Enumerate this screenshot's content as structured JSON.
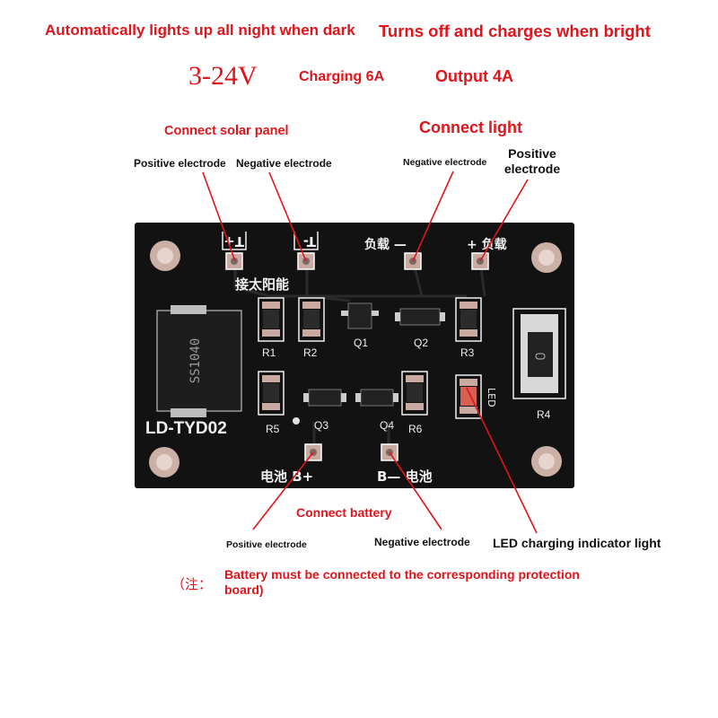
{
  "header": {
    "feature_left": "Automatically lights up all night when dark",
    "feature_right": "Turns off and charges when bright",
    "voltage": "3-24V",
    "charging": "Charging 6A",
    "output": "Output 4A"
  },
  "solar": {
    "title": "Connect solar panel",
    "positive": "Positive electrode",
    "negative": "Negative electrode"
  },
  "light": {
    "title": "Connect light",
    "negative": "Negative electrode",
    "positive": "Positive electrode"
  },
  "board": {
    "model": "LD-TYD02",
    "solar_silk": "接太阳能",
    "pad_t_pos": "T+",
    "pad_t_neg": "T-",
    "load_neg": "负载 —",
    "load_pos": "+ 负载",
    "batt_pos": "电池 B+",
    "batt_neg": "B— 电池",
    "diode_code": "SS1040",
    "led_silk": "LED",
    "components": {
      "r1": "R1",
      "r2": "R2",
      "r3": "R3",
      "r4": "R4",
      "r5": "R5",
      "r6": "R6",
      "q1": "Q1",
      "q2": "Q2",
      "q3": "Q3",
      "q4": "Q4"
    },
    "colors": {
      "pcb": "#121212",
      "pad": "#c9a9a0",
      "silk": "#f0f0f0",
      "leader": "#e0141b"
    }
  },
  "battery": {
    "title": "Connect battery",
    "positive": "Positive electrode",
    "negative": "Negative electrode"
  },
  "led_label": "LED charging indicator light",
  "note": {
    "prefix": "（注：",
    "text": "Battery must be connected to the corresponding protection board)"
  }
}
